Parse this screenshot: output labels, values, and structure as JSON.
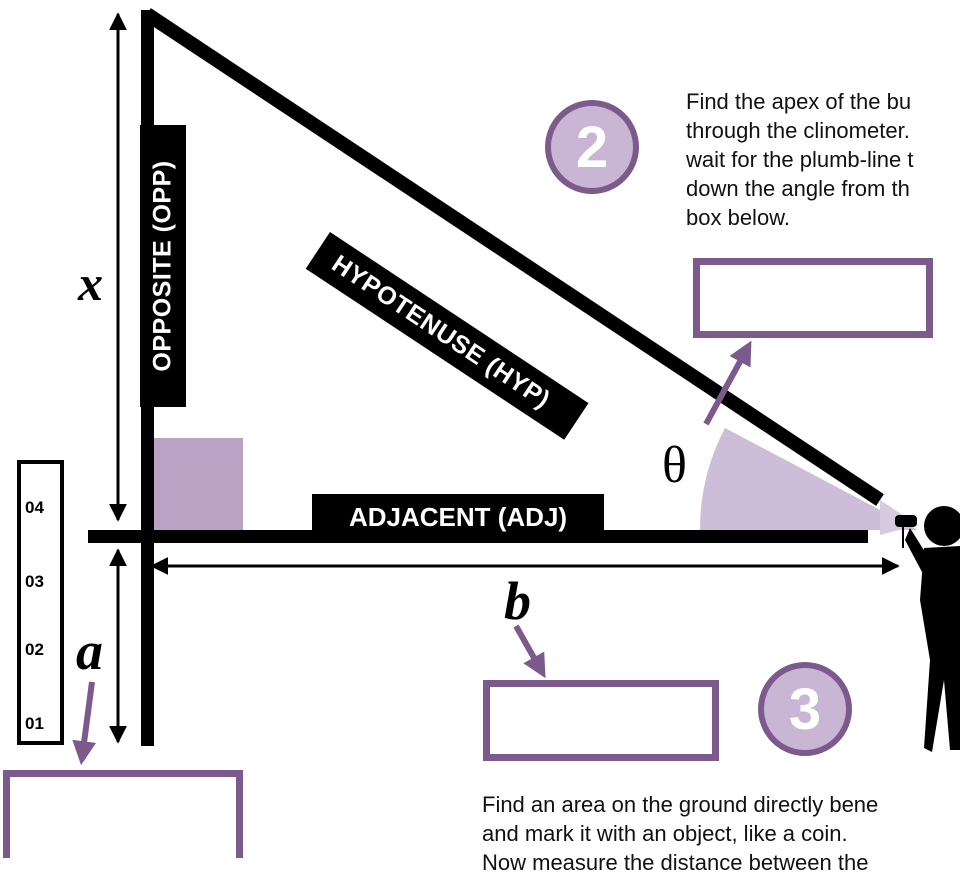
{
  "labels": {
    "opposite": "OPPOSITE (OPP)",
    "hypotenuse": "HYPOTENUSE (HYP)",
    "adjacent": "ADJACENT (ADJ)"
  },
  "variables": {
    "x": "x",
    "a": "a",
    "b": "b",
    "theta": "θ"
  },
  "steps": {
    "step2": "2",
    "step3": "3"
  },
  "instructions": {
    "step2_lines": [
      "Find the apex of the bu",
      "through the clinometer.",
      "wait for the plumb-line t",
      "down the angle from th",
      "box below."
    ],
    "step3_lines": [
      "Find an area on the ground directly bene",
      "and mark it with an object, like a coin.",
      "Now measure the distance between the"
    ]
  },
  "staff_marks": [
    "04",
    "03",
    "02",
    "01"
  ],
  "colors": {
    "accent": "#7d5a8c",
    "accent_light": "#c9b6d4",
    "shade": "#b9a3c4",
    "line": "#000000"
  }
}
